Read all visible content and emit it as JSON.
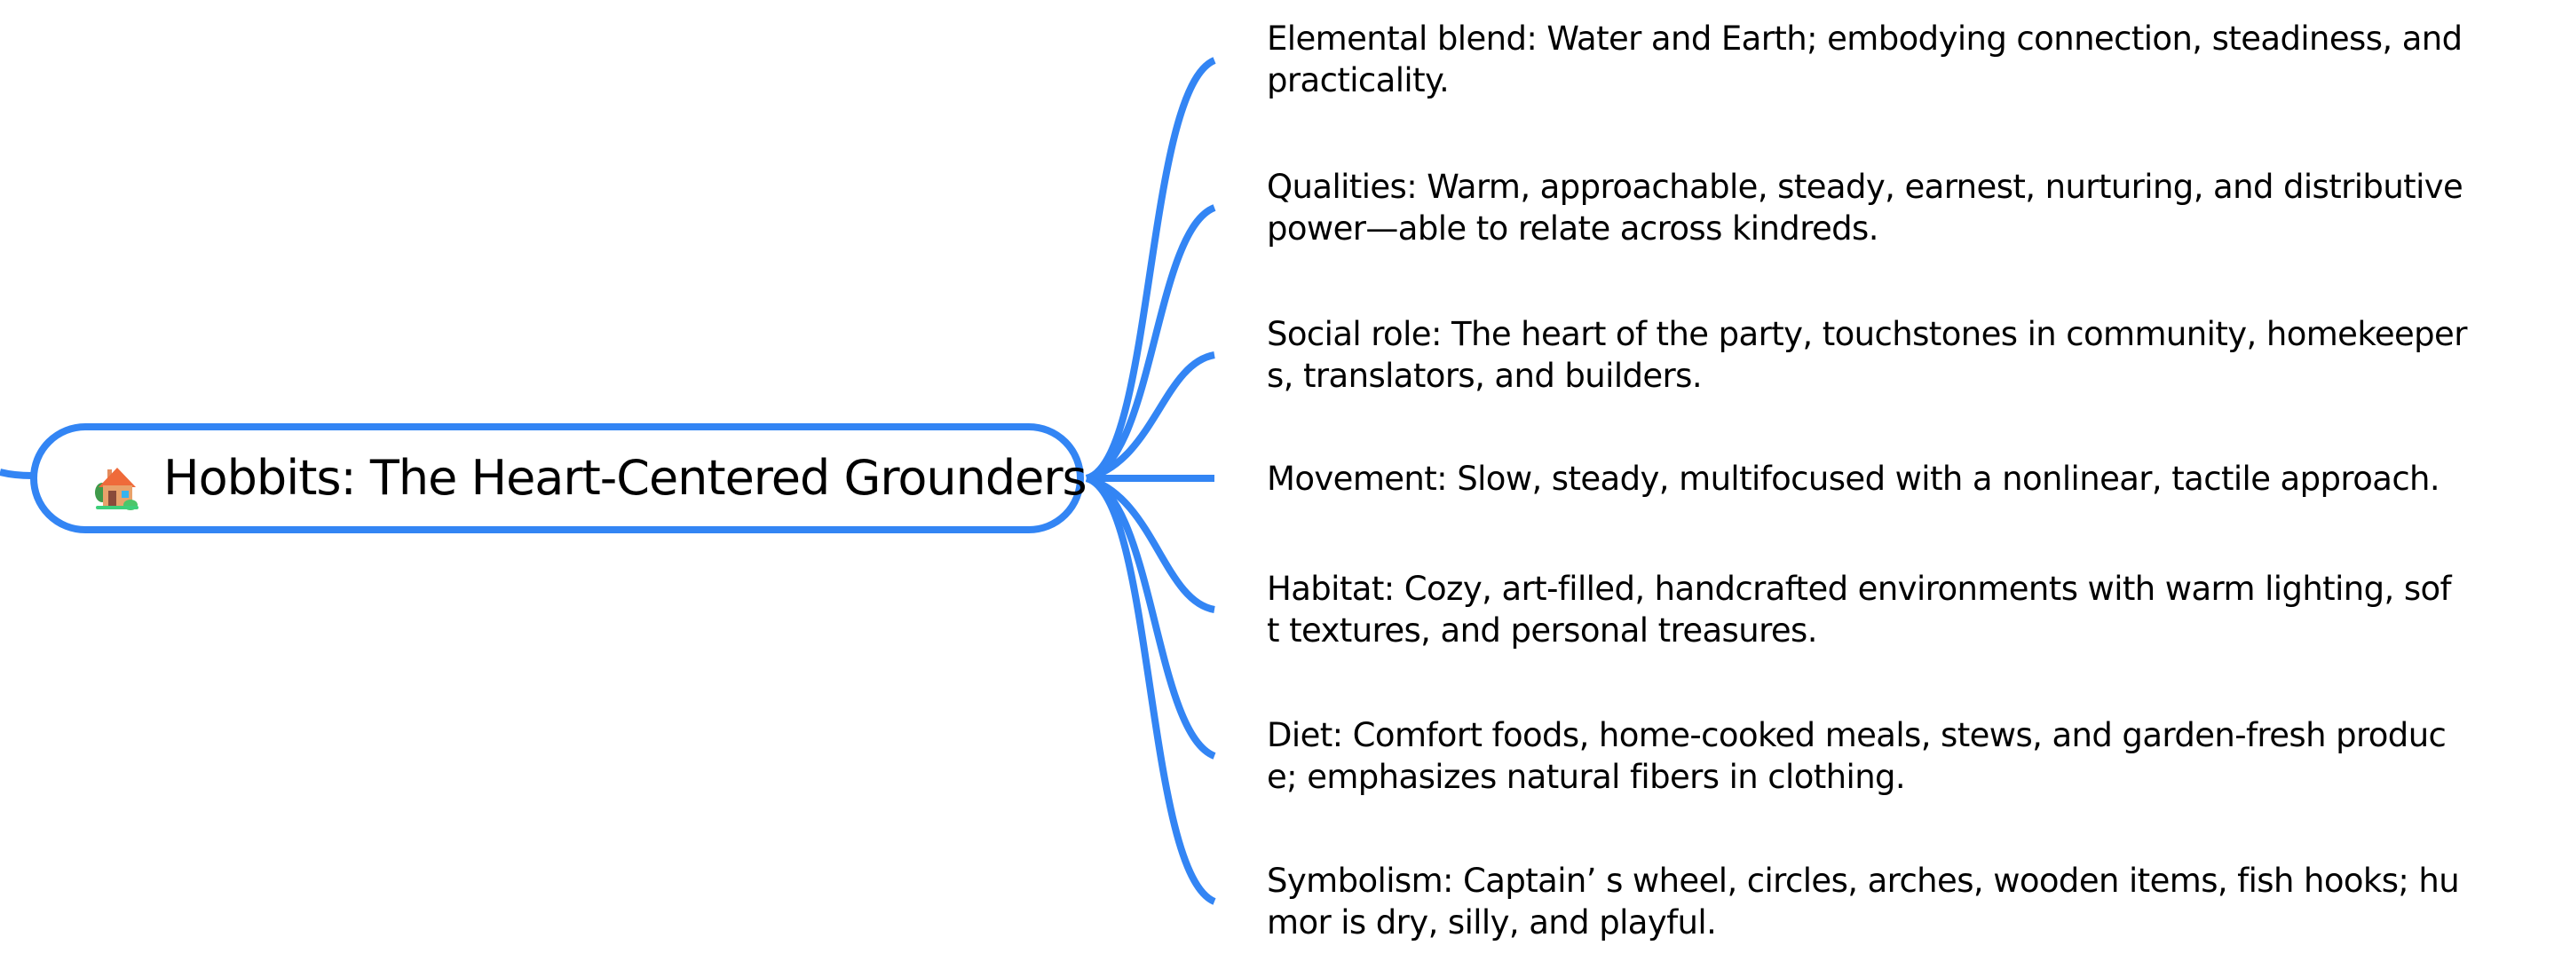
{
  "mindmap": {
    "central_topic": {
      "icon": "house-with-garden-emoji",
      "title": "Hobbits: The Heart-Centered Grounders"
    },
    "colors": {
      "branch": "#3385f4",
      "node_border": "#3385f4",
      "text": "#000000",
      "background": "#ffffff"
    },
    "subtopics": [
      {
        "lines": [
          "Elemental blend: Water and Earth; embodying connection, steadiness, and",
          "practicality."
        ]
      },
      {
        "lines": [
          "Qualities: Warm, approachable, steady, earnest, nurturing, and distributive",
          "power—able to relate across kindreds."
        ]
      },
      {
        "lines": [
          "Social role: The heart of the party, touchstones in community, homekeeper",
          "s, translators, and builders."
        ]
      },
      {
        "lines": [
          "Movement: Slow, steady, multifocused with a nonlinear, tactile approach."
        ]
      },
      {
        "lines": [
          "Habitat: Cozy, art-filled, handcrafted environments with warm lighting, sof",
          "t textures, and personal treasures."
        ]
      },
      {
        "lines": [
          "Diet: Comfort foods, home-cooked meals, stews, and garden-fresh produc",
          "e; emphasizes natural fibers in clothing."
        ]
      },
      {
        "lines": [
          "Symbolism: Captain’  s wheel, circles, arches, wooden items, fish hooks; hu",
          "mor is dry, silly, and playful."
        ]
      }
    ]
  }
}
